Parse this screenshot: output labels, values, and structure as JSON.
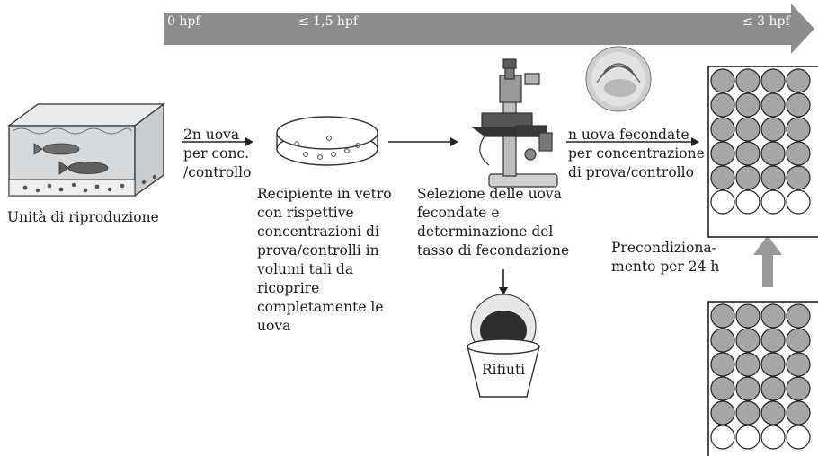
{
  "timeline": {
    "t0": "0 hpf",
    "t1": "≤ 1,5 hpf",
    "t2": "≤ 3 hpf",
    "color": "#8c8c8c"
  },
  "steps": {
    "breeding_unit": "Unità di riproduzione",
    "arrow1": [
      "2n uova",
      "per conc.",
      "/controllo"
    ],
    "dish": [
      "Recipiente in vetro",
      "con rispettive",
      "concentrazioni di",
      "prova/controlli in",
      "volumi tali da",
      "ricoprire",
      "completamente le",
      "uova"
    ],
    "microscope": [
      "Selezione delle uova",
      "fecondate e",
      "determinazione del",
      "tasso di fecondazione"
    ],
    "waste": "Rifiuti",
    "arrow3": [
      "n uova fecondate",
      "per concentrazione",
      "di prova/controllo"
    ],
    "precondition": [
      "Precondiziona-",
      "mento per 24 h"
    ]
  },
  "colors": {
    "well_filled": "#a6a6a6",
    "well_empty": "#ffffff",
    "tank_water": "#dfe3e6"
  },
  "icons": [
    "fish-tank-icon",
    "petri-dish-icon",
    "microscope-icon",
    "egg-icon",
    "waste-bin-icon",
    "well-plate-icon"
  ]
}
